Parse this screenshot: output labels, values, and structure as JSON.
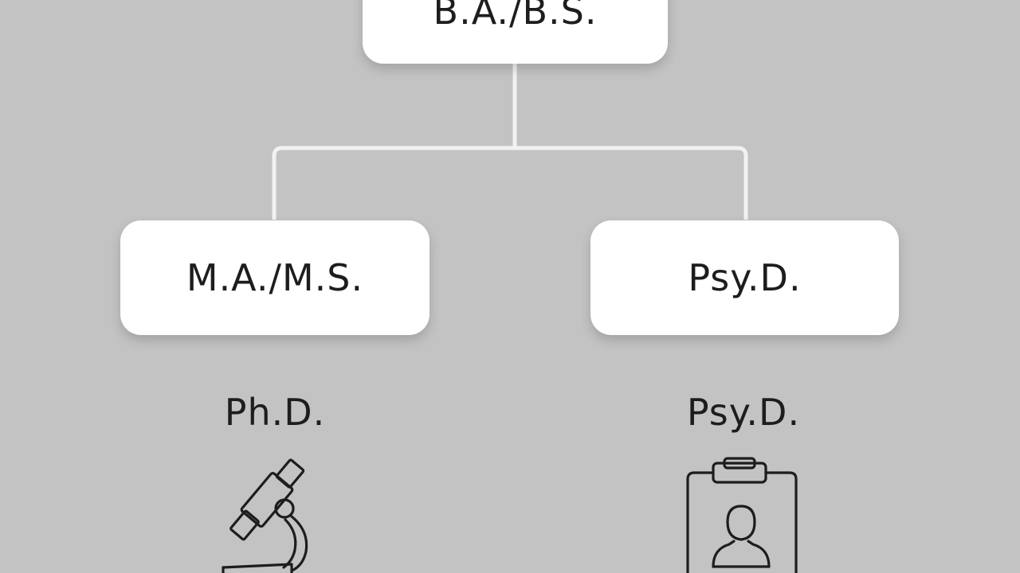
{
  "colors": {
    "background": "#c3c3c3",
    "node_fill": "#ffffff",
    "connector": "#f2f2f2",
    "text": "#1d1d1d"
  },
  "diagram": {
    "root": {
      "label": "B.A./B.S."
    },
    "children": [
      {
        "label": "M.A./M.S."
      },
      {
        "label": "Psy.D."
      }
    ]
  },
  "paths": [
    {
      "title": "Ph.D.",
      "icon": "microscope-icon"
    },
    {
      "title": "Psy.D.",
      "icon": "clipboard-person-icon"
    }
  ]
}
